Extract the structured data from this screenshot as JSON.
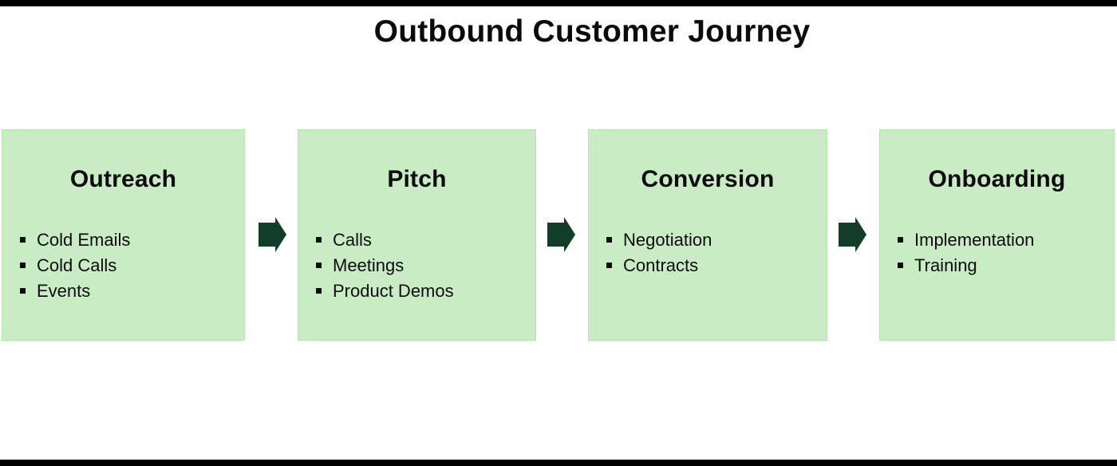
{
  "title": "Outbound Customer Journey",
  "colors": {
    "box_bg": "#c9ecc4",
    "box_border": "#b9e2b3",
    "arrow": "#123d28",
    "text": "#0b0b0b",
    "bar": "#000000"
  },
  "stages": [
    {
      "label": "Outreach",
      "items": [
        "Cold Emails",
        "Cold Calls",
        "Events"
      ]
    },
    {
      "label": "Pitch",
      "items": [
        "Calls",
        "Meetings",
        "Product Demos"
      ]
    },
    {
      "label": "Conversion",
      "items": [
        "Negotiation",
        "Contracts"
      ]
    },
    {
      "label": "Onboarding",
      "items": [
        "Implementation",
        "Training"
      ]
    }
  ]
}
